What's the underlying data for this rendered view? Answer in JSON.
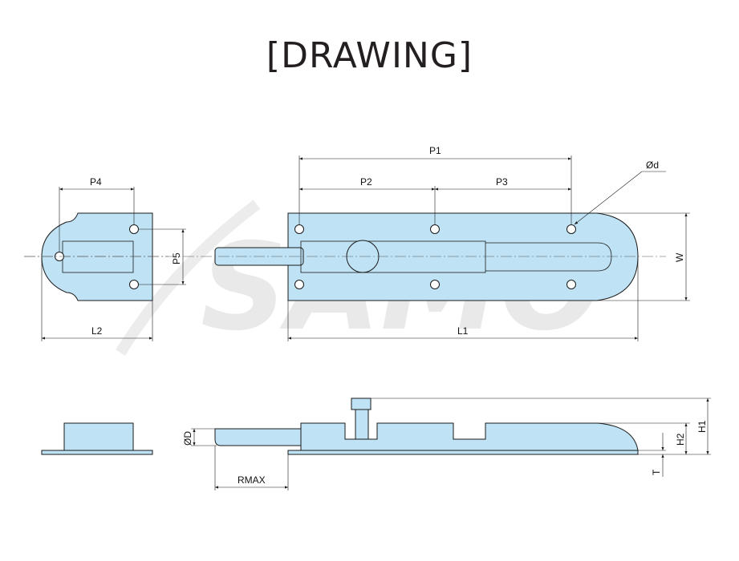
{
  "title": "[DRAWING]",
  "watermark": "SAMO",
  "labels": {
    "p1": "P1",
    "p2": "P2",
    "p3": "P3",
    "p4": "P4",
    "p5": "P5",
    "phi_d": "Ød",
    "w": "W",
    "l1": "L1",
    "l2": "L2",
    "phi_D": "ØD",
    "rmax": "RMAX",
    "h1": "H1",
    "h2": "H2",
    "t": "T"
  },
  "colors": {
    "part_fill": "#bfe3f5",
    "line": "#1a1a1a",
    "watermark": "#e9e9e9"
  }
}
